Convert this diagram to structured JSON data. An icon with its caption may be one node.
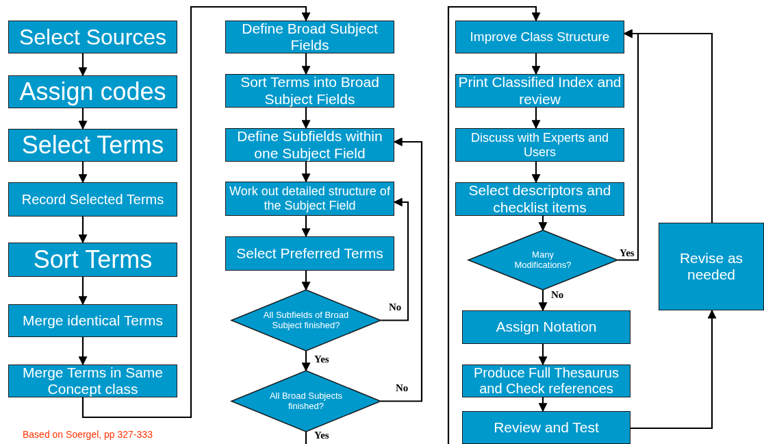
{
  "diagram": {
    "nodes": [
      {
        "text": [
          "Select Sources"
        ]
      },
      {
        "text": [
          "Assign codes"
        ]
      },
      {
        "text": [
          "Select Terms"
        ]
      },
      {
        "text": [
          "Record Selected Terms"
        ]
      },
      {
        "text": [
          "Sort Terms"
        ]
      },
      {
        "text": [
          "Merge identical Terms"
        ]
      },
      {
        "text": [
          "Merge Terms in Same Concept class"
        ]
      },
      {
        "text": [
          "Define Broad Subject Fields"
        ]
      },
      {
        "text": [
          "Sort Terms into Broad Subject Fields"
        ]
      },
      {
        "text": [
          "Define Subfields within one Subject Field"
        ]
      },
      {
        "text": [
          "Work out detailed structure of the Subject Field"
        ]
      },
      {
        "text": [
          "Select Preferred Terms"
        ]
      },
      {
        "text": [
          "All Subfields of Broad Subject finished?"
        ]
      },
      {
        "text": [
          "All Broad Subjects finished?"
        ]
      },
      {
        "text": [
          "Improve Class Structure"
        ]
      },
      {
        "text": [
          "Print Classified Index and review"
        ]
      },
      {
        "text": [
          "Discuss with Experts and Users"
        ]
      },
      {
        "text": [
          "Select descriptors and checklist items"
        ]
      },
      {
        "text": [
          "Many Modifications?"
        ]
      },
      {
        "text": [
          "Assign Notation"
        ]
      },
      {
        "text": [
          "Produce Full Thesaurus and Check references"
        ]
      },
      {
        "text": [
          "Review and Test"
        ]
      },
      {
        "text": [
          "Revise as needed"
        ]
      }
    ],
    "edges": [
      {
        "from": 0,
        "to": 1,
        "arrow": "to"
      },
      {
        "from": 1,
        "to": 2,
        "arrow": "to"
      },
      {
        "from": 2,
        "to": 3,
        "arrow": "to"
      },
      {
        "from": 3,
        "to": 4,
        "arrow": "to"
      },
      {
        "from": 4,
        "to": 5,
        "arrow": "to"
      },
      {
        "from": 5,
        "to": 6,
        "arrow": "to"
      },
      {
        "from": 6,
        "to": 7,
        "arrow": "to"
      },
      {
        "from": 7,
        "to": 8,
        "arrow": "to"
      },
      {
        "from": 8,
        "to": 9,
        "arrow": "to"
      },
      {
        "from": 9,
        "to": 10,
        "arrow": "to"
      },
      {
        "from": 10,
        "to": 11,
        "arrow": "to"
      },
      {
        "from": 11,
        "to": 12,
        "arrow": "to"
      },
      {
        "from": 12,
        "to": 13,
        "arrow": "to",
        "label": "Yes"
      },
      {
        "from": 12,
        "to": 10,
        "arrow": "to",
        "label": "No"
      },
      {
        "from": 13,
        "to": 9,
        "arrow": "to",
        "label": "No"
      },
      {
        "from": 13,
        "to": null,
        "arrow": "none",
        "label": "Yes"
      },
      {
        "from": null,
        "to": 14,
        "arrow": "to"
      },
      {
        "from": 14,
        "to": 15,
        "arrow": "to"
      },
      {
        "from": 15,
        "to": 16,
        "arrow": "to"
      },
      {
        "from": 16,
        "to": 17,
        "arrow": "to"
      },
      {
        "from": 17,
        "to": 18,
        "arrow": "to"
      },
      {
        "from": 18,
        "to": 14,
        "arrow": "to",
        "label": "Yes"
      },
      {
        "from": 18,
        "to": 19,
        "arrow": "to",
        "label": "No"
      },
      {
        "from": 19,
        "to": 20,
        "arrow": "to"
      },
      {
        "from": 20,
        "to": 21,
        "arrow": "to"
      },
      {
        "from": 21,
        "to": 22,
        "arrow": "to"
      },
      {
        "from": 22,
        "to": 14,
        "arrow": "to"
      }
    ],
    "labels": [
      "Based on Soergel, pp 327-333"
    ]
  }
}
